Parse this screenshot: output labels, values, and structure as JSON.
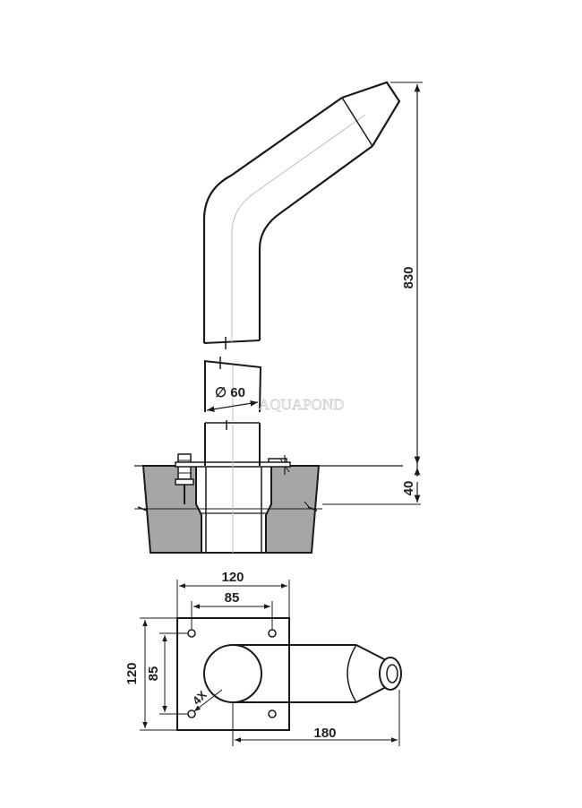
{
  "colors": {
    "line": "#1a1a1a",
    "concrete": "#a6a6a6",
    "watermark": "#c8c8c8"
  },
  "watermark": "AQUAPOND",
  "side_view": {
    "height_label": "830",
    "diameter_label": "∅ 60",
    "depth_label": "40"
  },
  "top_view": {
    "plate_width_label": "120",
    "hole_spacing_x_label": "85",
    "plate_height_label": "120",
    "hole_spacing_y_label": "85",
    "hole_count_label": "4X",
    "length_label": "180"
  }
}
